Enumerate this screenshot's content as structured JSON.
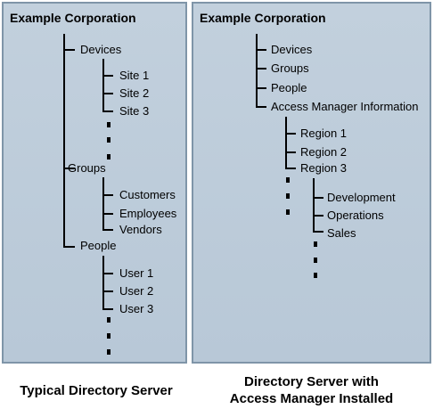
{
  "left_panel": {
    "root": "Example Corporation",
    "nodes": {
      "devices": "Devices",
      "site1": "Site 1",
      "site2": "Site 2",
      "site3": "Site 3",
      "groups": "Groups",
      "customers": "Customers",
      "employees": "Employees",
      "vendors": "Vendors",
      "people": "People",
      "user1": "User 1",
      "user2": "User 2",
      "user3": "User 3"
    },
    "caption": "Typical Directory Server"
  },
  "right_panel": {
    "root": "Example Corporation",
    "nodes": {
      "devices": "Devices",
      "groups": "Groups",
      "people": "People",
      "ami": "Access Manager Information",
      "region1": "Region 1",
      "region2": "Region 2",
      "region3": "Region 3",
      "development": "Development",
      "operations": "Operations",
      "sales": "Sales"
    },
    "caption_line1": "Directory Server with",
    "caption_line2": "Access Manager Installed"
  }
}
